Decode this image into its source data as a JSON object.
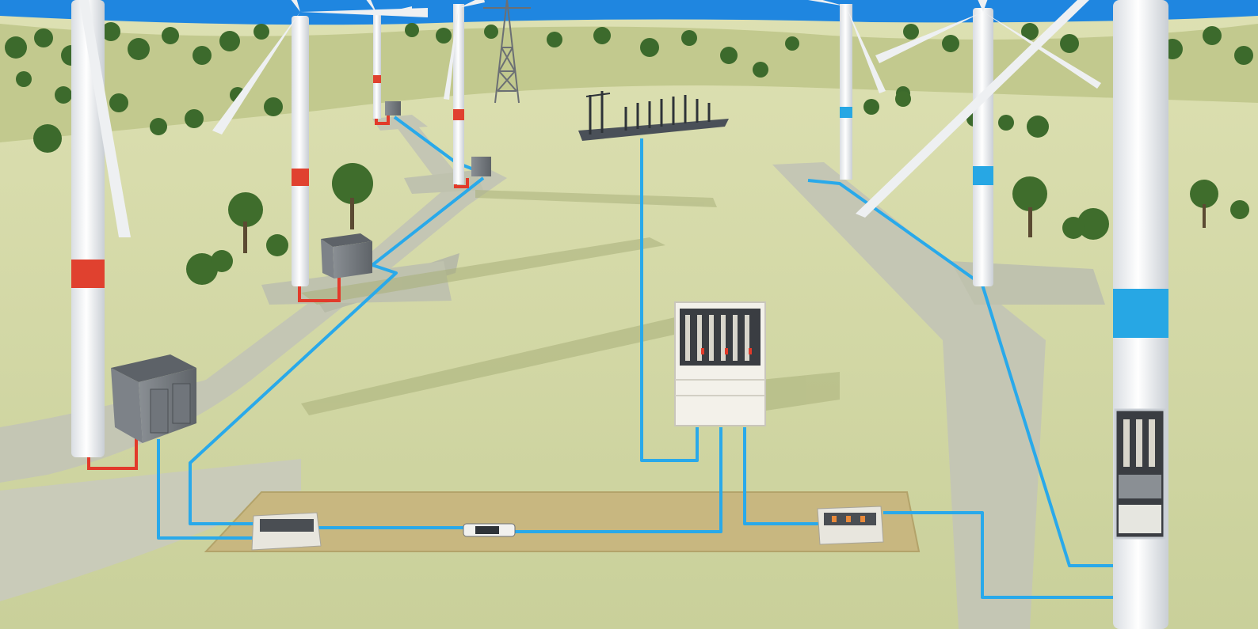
{
  "scene": {
    "description_visible_text": [],
    "turbines": [
      {
        "name": "turbine-front-left",
        "band_color": "red"
      },
      {
        "name": "turbine-mid-left",
        "band_color": "red"
      },
      {
        "name": "turbine-back-left",
        "band_color": "red"
      },
      {
        "name": "turbine-back-center",
        "band_color": "red"
      },
      {
        "name": "turbine-back-right",
        "band_color": "blue"
      },
      {
        "name": "turbine-mid-right",
        "band_color": "blue"
      },
      {
        "name": "turbine-front-right",
        "band_color": "blue"
      }
    ],
    "equipment": [
      "substation",
      "transmission-tower",
      "switchgear-cabinet",
      "junction-box-left",
      "cable-splice",
      "junction-box-right",
      "pad-transformer-front",
      "pad-transformer-mid",
      "pad-transformer-back"
    ]
  },
  "colors": {
    "sky": "#1f86e0",
    "grass": "#cfd5a0",
    "grass_shade": "#bcc489",
    "road": "#c4c6b4",
    "cable": "#29a9ea",
    "grounding": "#e23a2a",
    "tower_white": "#f2f4f6",
    "band_red": "#e0412f",
    "band_blue": "#27a7e4",
    "trench": "#c8b780",
    "trees": "#3c6a2c"
  }
}
